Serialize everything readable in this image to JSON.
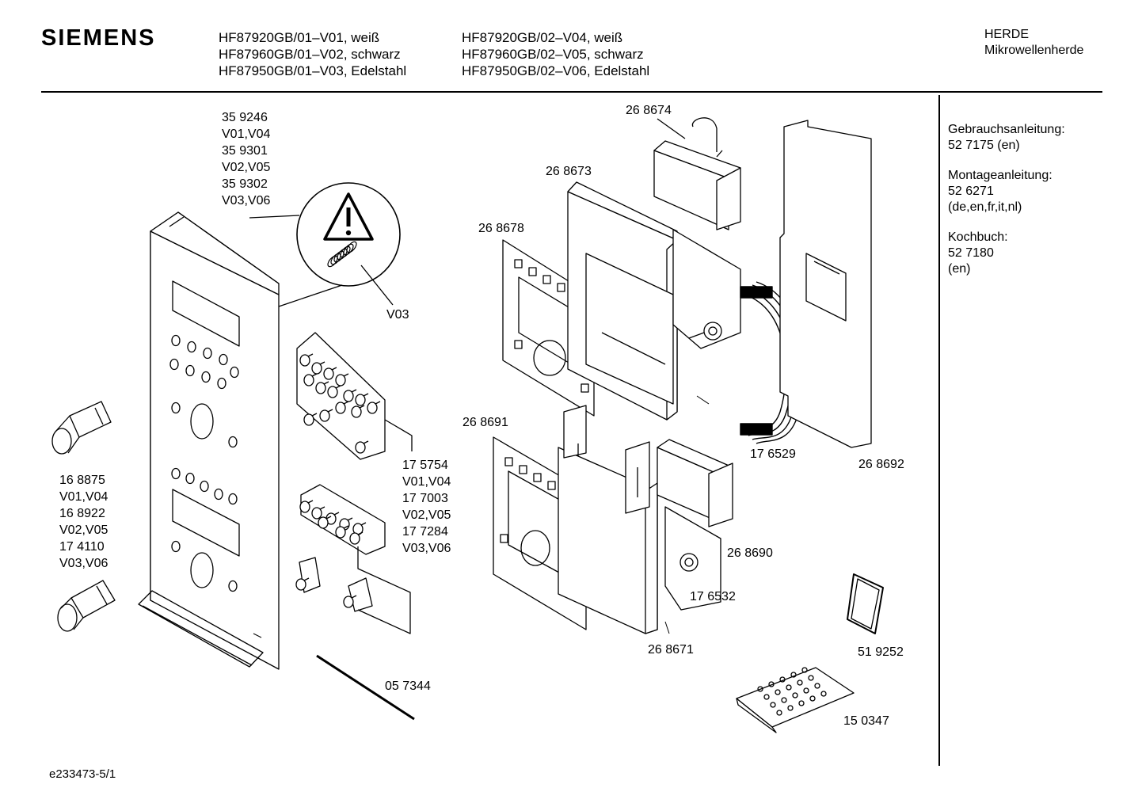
{
  "brand": "SIEMENS",
  "models": {
    "col1": [
      "HF87920GB/01–V01, weiß",
      "HF87960GB/01–V02, schwarz",
      "HF87950GB/01–V03, Edelstahl"
    ],
    "col2": [
      "HF87920GB/02–V04, weiß",
      "HF87960GB/02–V05, schwarz",
      "HF87950GB/02–V06, Edelstahl"
    ]
  },
  "category": [
    "HERDE",
    "Mikrowellenherde"
  ],
  "documents": [
    {
      "title": "Gebrauchsanleitung:",
      "number": "52 7175 (en)",
      "extra": ""
    },
    {
      "title": "Montageanleitung:",
      "number": "52 6271",
      "extra": "(de,en,fr,it,nl)"
    },
    {
      "title": "Kochbuch:",
      "number": "52 7180",
      "extra": "(en)"
    }
  ],
  "parts": {
    "panel": [
      "35 9246",
      "V01,V04",
      "35 9301",
      "V02,V05",
      "35 9302",
      "V03,V06"
    ],
    "v03_note": "V03",
    "knobs": [
      "16 8875",
      "V01,V04",
      "16 8922",
      "V02,V05",
      "17 4110",
      "V03,V06"
    ],
    "buttons": [
      "17 5754",
      "V01,V04",
      "17 7003",
      "V02,V05",
      "17 7284",
      "V03,V06"
    ],
    "rod": "05 7344",
    "p268674": "26 8674",
    "p268673": "26 8673",
    "p268678": "26 8678",
    "p268691": "26 8691",
    "p176529": "17 6529",
    "p268692": "26 8692",
    "p268690": "26 8690",
    "p176532": "17 6532",
    "p268671": "26 8671",
    "p519252": "51 9252",
    "p150347": "15 0347"
  },
  "footer": "e233473-5/1"
}
